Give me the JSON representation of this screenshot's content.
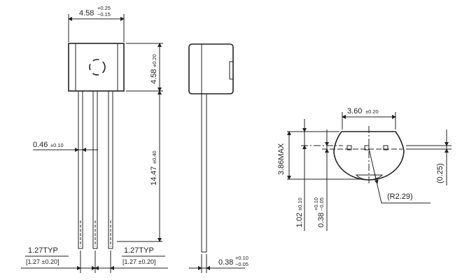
{
  "front_view": {
    "width": "4.58",
    "width_tol_plus": "+0.25",
    "width_tol_minus": "−0.15",
    "body_height": "4.58",
    "body_height_tol": "±0.20",
    "lead_length": "14.47",
    "lead_length_tol": "±0.40",
    "lead_width": "0.46",
    "lead_width_tol": "±0.10",
    "pitch_left": "1.27TYP",
    "pitch_left_bracket": "[1.27 ±0.20]",
    "pitch_right": "1.27TYP",
    "pitch_right_bracket": "[1.27 ±0.20]"
  },
  "side_view": {
    "lead_thickness": "0.38",
    "lead_thickness_tol_plus": "+0.10",
    "lead_thickness_tol_minus": "−0.05"
  },
  "bottom_view": {
    "flat_width": "3.60",
    "flat_width_tol": "±0.20",
    "height_max": "3.86MAX",
    "offset_1": "1.02",
    "offset_1_tol": "±0.10",
    "offset_2": "0.38",
    "offset_2_tol_plus": "+0.10",
    "offset_2_tol_minus": "−0.05",
    "small_dim": "(0.25)",
    "radius": "(R2.29)"
  }
}
